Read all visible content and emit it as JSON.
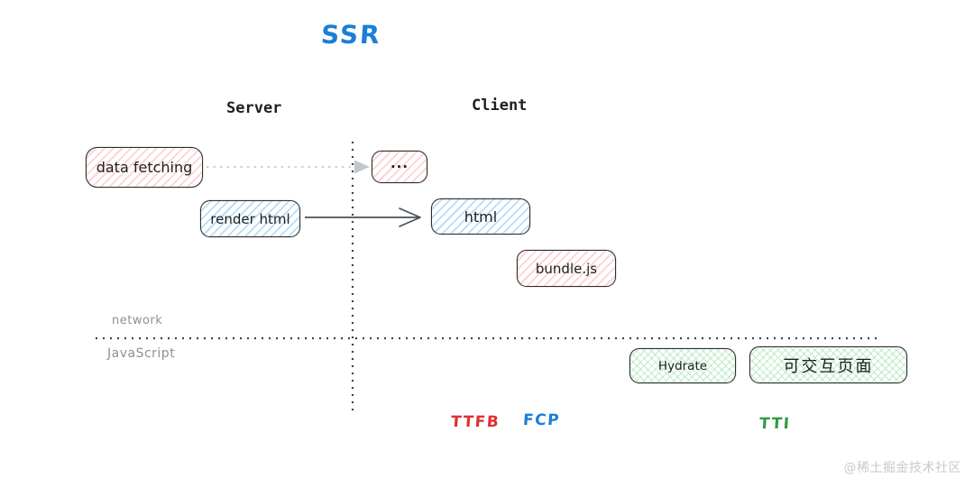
{
  "title": {
    "label": "SSR",
    "color": "#1c7ed6"
  },
  "headers": {
    "server": "Server",
    "client": "Client"
  },
  "lanes": {
    "network": "network",
    "javascript": "JavaScript"
  },
  "boxes": {
    "data_fetching": {
      "label": "data fetching",
      "fill": "#ffc9c9"
    },
    "response_dots": {
      "label": "...",
      "fill": "#ffc9c9"
    },
    "render_html": {
      "label": "render html",
      "fill": "#a5d8ff"
    },
    "html": {
      "label": "html",
      "fill": "#a5d8ff"
    },
    "bundle_js": {
      "label": "bundle.js",
      "fill": "#ffc9c9"
    },
    "hydrate": {
      "label": "Hydrate",
      "fill": "#b2f2bb"
    },
    "interactive_page": {
      "label": "可交互页面",
      "fill": "#b2f2bb"
    }
  },
  "metrics": {
    "ttfb": {
      "label": "TTFB",
      "color": "#e03131"
    },
    "fcp": {
      "label": "FCP",
      "color": "#1c7ed6"
    },
    "tti": {
      "label": "TTI",
      "color": "#2f9e44"
    }
  },
  "watermark": "@稀土掘金技术社区"
}
